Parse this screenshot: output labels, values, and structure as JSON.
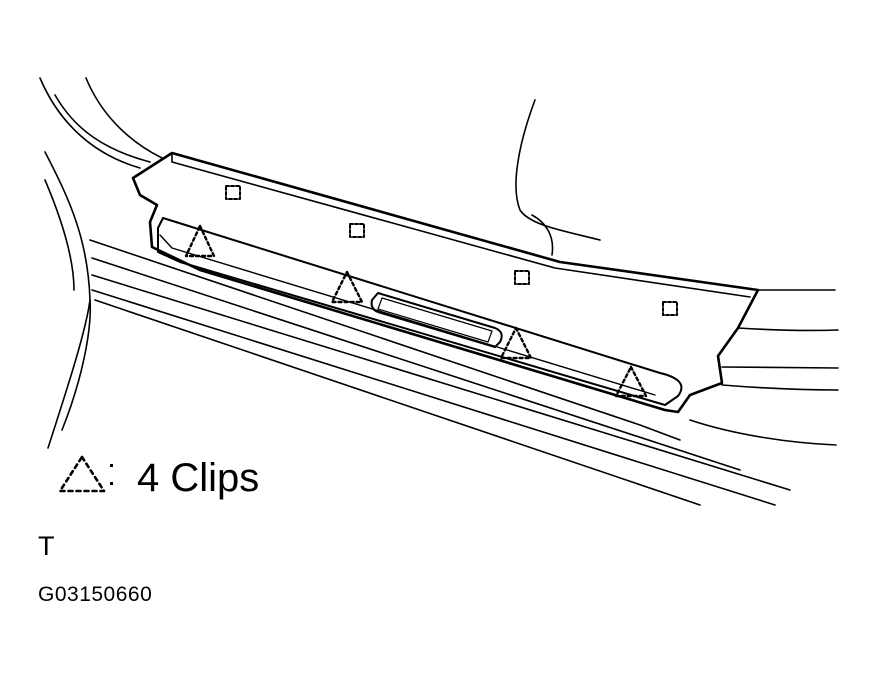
{
  "legend": {
    "symbol_icon": "dotted-triangle-clip-icon",
    "label": "4 Clips"
  },
  "view_code": "T",
  "figure_code": "G03150660",
  "colors": {
    "line": "#000000",
    "background": "#ffffff"
  }
}
